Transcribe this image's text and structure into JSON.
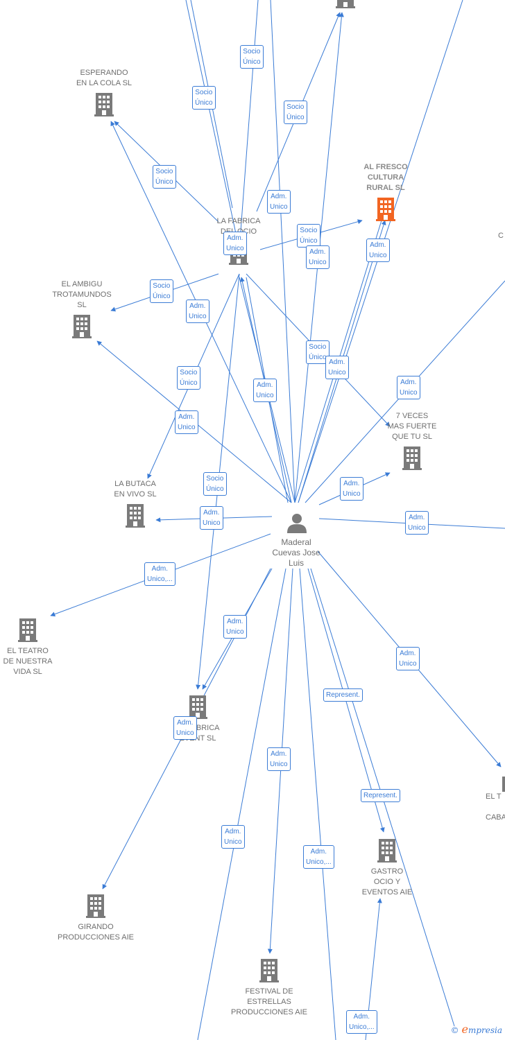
{
  "colors": {
    "edge": "#3a7bd5",
    "building": "#7a7a7a",
    "highlight": "#f26522"
  },
  "person": {
    "label": "Maderal\nCuevas Jose\nLuis",
    "icon": "person-icon"
  },
  "companies": [
    {
      "id": "esperando",
      "label": "ESPERANDO\nEN LA COLA  SL"
    },
    {
      "id": "alfresco",
      "label": "AL FRESCO\nCULTURA\nRURAL  SL",
      "highlight": true
    },
    {
      "id": "fabrica",
      "label": "LA FABRICA\nDEL OCIO"
    },
    {
      "id": "ambigu",
      "label": "EL AMBIGU\nTROTAMUNDOS\nSL"
    },
    {
      "id": "sieteveces",
      "label": "7 VECES\nMAS FUERTE\nQUE TU  SL"
    },
    {
      "id": "butaca",
      "label": "LA BUTACA\nEN VIVO  SL"
    },
    {
      "id": "teatro",
      "label": "EL TEATRO\nDE NUESTRA\nVIDA  SL"
    },
    {
      "id": "fabricaevent",
      "label": "LA FABRICA\nEVENT  SL"
    },
    {
      "id": "girando",
      "label": "GIRANDO\nPRODUCCIONES AIE"
    },
    {
      "id": "gastro",
      "label": "GASTRO\nOCIO Y\nEVENTOS AIE"
    },
    {
      "id": "festival",
      "label": "FESTIVAL DE\nESTRELLAS\nPRODUCCIONES AIE"
    },
    {
      "id": "elt",
      "label": "EL T\n\nCABA"
    },
    {
      "id": "c",
      "label": "C"
    }
  ],
  "badges": [
    "Socio\nÚnico",
    "Socio\nÚnico",
    "Socio\nÚnico",
    "Socio\nÚnico",
    "Adm.\nUnico",
    "Socio\nÚnico",
    "Adm.\nUnico",
    "Adm.\nUnico",
    "Adm.\nUnico",
    "Socio\nÚnico",
    "Adm.\nUnico",
    "Socio\nÚnico",
    "Adm.\nUnico",
    "Adm.\nUnico",
    "Socio\nÚnico",
    "Adm.\nUnico",
    "Adm.\nUnico",
    "Adm.\nUnico",
    "Socio\nÚnico",
    "Adm.\nUnico",
    "Adm.\nUnico",
    "Adm.\nUnico,...",
    "Adm.\nUnico",
    "Adm.\nUnico",
    "Represent.",
    "Adm.\nUnico",
    "Adm.\nUnico",
    "Represent.",
    "Adm.\nUnico",
    "Adm.\nUnico,...",
    "Adm.\nUnico,..."
  ],
  "watermark": "mpresia"
}
